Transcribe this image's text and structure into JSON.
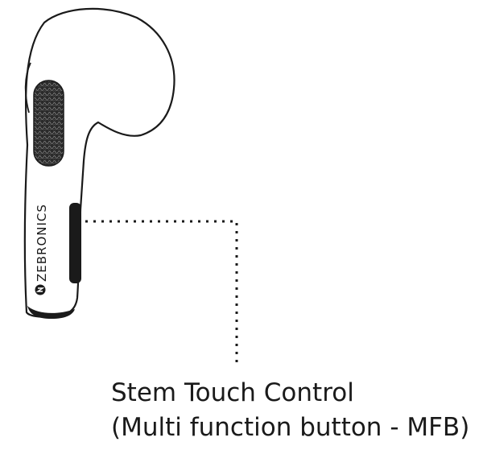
{
  "brand": {
    "name": "ZEBRONICS"
  },
  "callout": {
    "line1": "Stem Touch Control",
    "line2": "(Multi function button - MFB)"
  },
  "colors": {
    "outline": "#1a1a1a",
    "background": "#ffffff"
  }
}
